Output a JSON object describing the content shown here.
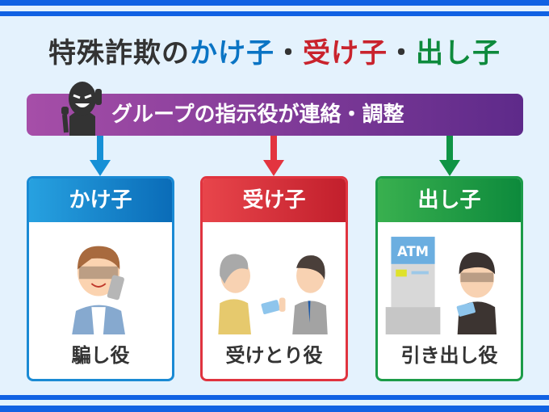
{
  "title": {
    "prefix": "特殊詐欺の",
    "part1": "かけ子",
    "sep1": "・",
    "part2": "受け子",
    "sep2": "・",
    "part3": "出し子"
  },
  "banner": "グループの指示役が連絡・調整",
  "colors": {
    "blue": "#1a7ccc",
    "red": "#e0343f",
    "green": "#159a44",
    "purple": "#8a3d9d",
    "stripe": "#1162e3"
  },
  "cards": [
    {
      "header": "かけ子",
      "label": "騙し役"
    },
    {
      "header": "受け子",
      "label": "受けとり役"
    },
    {
      "header": "出し子",
      "label": "引き出し役",
      "atm": "ATM"
    }
  ]
}
